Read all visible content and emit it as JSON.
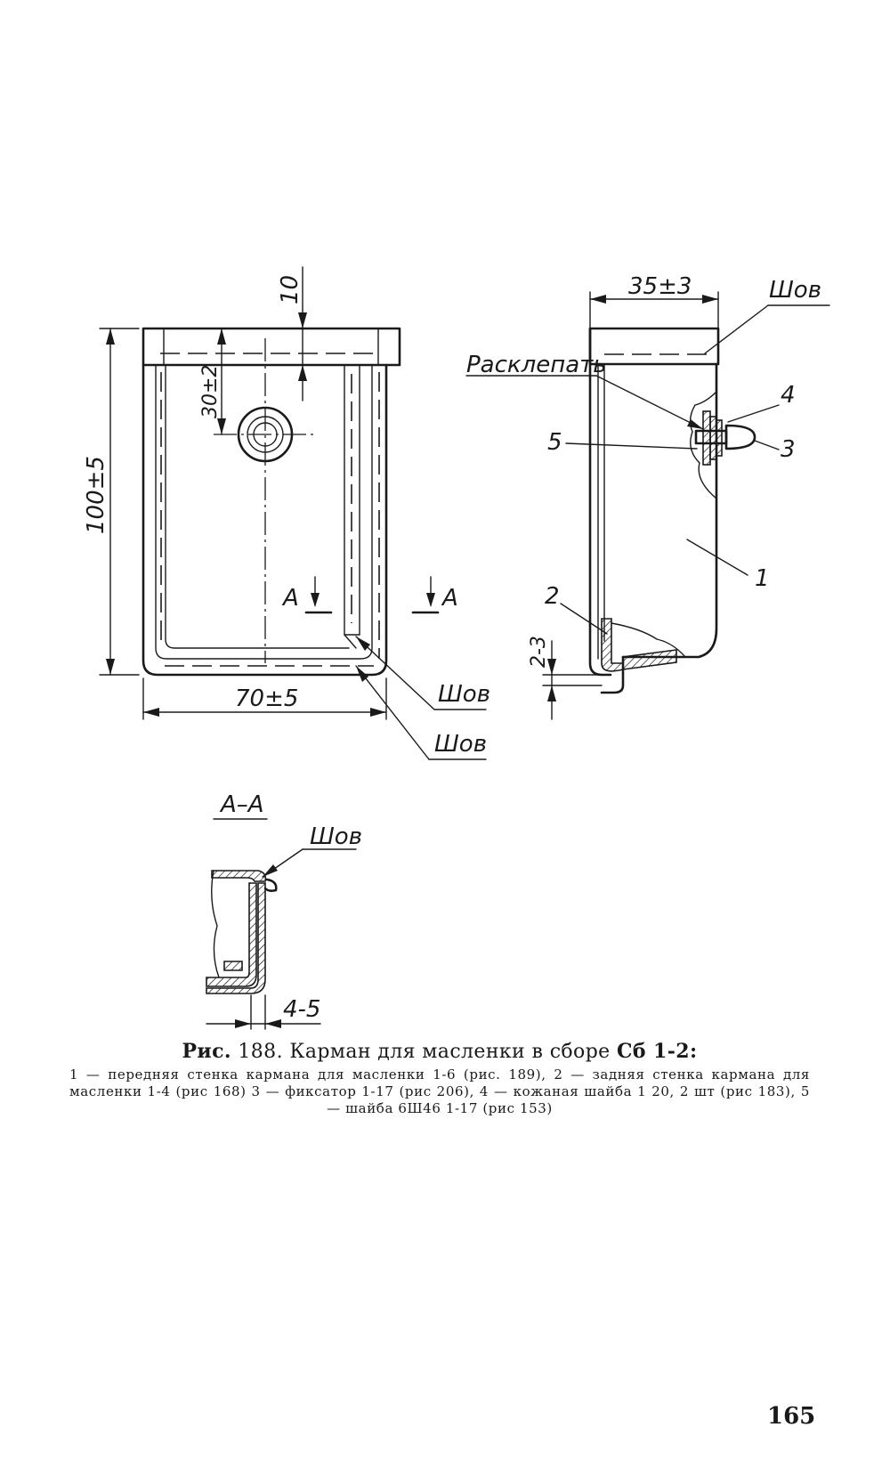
{
  "front_view": {
    "dim_height": "100±5",
    "dim_width": "70±5",
    "dim_top": "10",
    "dim_hole": "30±2",
    "section_left": "A",
    "section_right": "A",
    "seam_upper": "Шов",
    "seam_lower": "Шов"
  },
  "side_view": {
    "dim_depth": "35±3",
    "seam": "Шов",
    "rivet_note": "Расклепать",
    "dim_bottom": "2-3",
    "callouts": [
      "1",
      "2",
      "3",
      "4",
      "5"
    ]
  },
  "section_view": {
    "title": "А–А",
    "seam": "Шов",
    "dim_thickness": "4-5"
  },
  "caption": {
    "prefix": "Рис.",
    "number": "188.",
    "title": "Карман для масленки в сборе",
    "code": "Сб 1-2:",
    "legend": "1 — передняя стенка кармана для масленки 1-6 (рис. 189), 2 — задняя стенка кармана для масленки 1-4 (рис 168) 3 — фиксатор 1-17 (рис 206), 4 — кожаная шайба 1 20, 2 шт (рис 183), 5 — шайба 6Ш46 1-17 (рис 153)"
  },
  "page_number": "165"
}
